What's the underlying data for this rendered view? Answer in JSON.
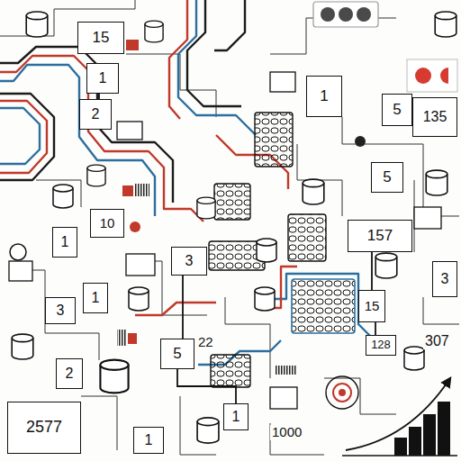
{
  "diagram": {
    "nodes": [
      {
        "text": [
          "15"
        ]
      },
      {
        "text": [
          "1"
        ]
      },
      {
        "text": [
          "1"
        ]
      },
      {
        "text": [
          "2"
        ]
      },
      {
        "text": [
          "5"
        ]
      },
      {
        "text": [
          "135"
        ]
      },
      {
        "text": [
          "5"
        ]
      },
      {
        "text": [
          "10"
        ]
      },
      {
        "text": [
          "1"
        ]
      },
      {
        "text": [
          "157"
        ]
      },
      {
        "text": [
          "3"
        ]
      },
      {
        "text": [
          "3"
        ]
      },
      {
        "text": [
          "1"
        ]
      },
      {
        "text": [
          "15"
        ]
      },
      {
        "text": [
          "3"
        ]
      },
      {
        "text": [
          "128"
        ]
      },
      {
        "text": [
          "5"
        ]
      },
      {
        "text": [
          "2"
        ]
      },
      {
        "text": [
          "1"
        ]
      },
      {
        "text": [
          "2577"
        ]
      },
      {
        "text": [
          "1"
        ]
      }
    ],
    "edges": [
      {
        "from": 1,
        "to": 3,
        "arrow": "none"
      },
      {
        "from": 10,
        "to": 16,
        "arrow": "none"
      },
      {
        "from": 16,
        "to": 18,
        "arrow": "none"
      },
      {
        "from": 9,
        "to": 13,
        "arrow": "none"
      },
      {
        "from": 13,
        "to": 15,
        "arrow": "none"
      }
    ],
    "labels": [
      "22",
      "307",
      "1000"
    ]
  }
}
